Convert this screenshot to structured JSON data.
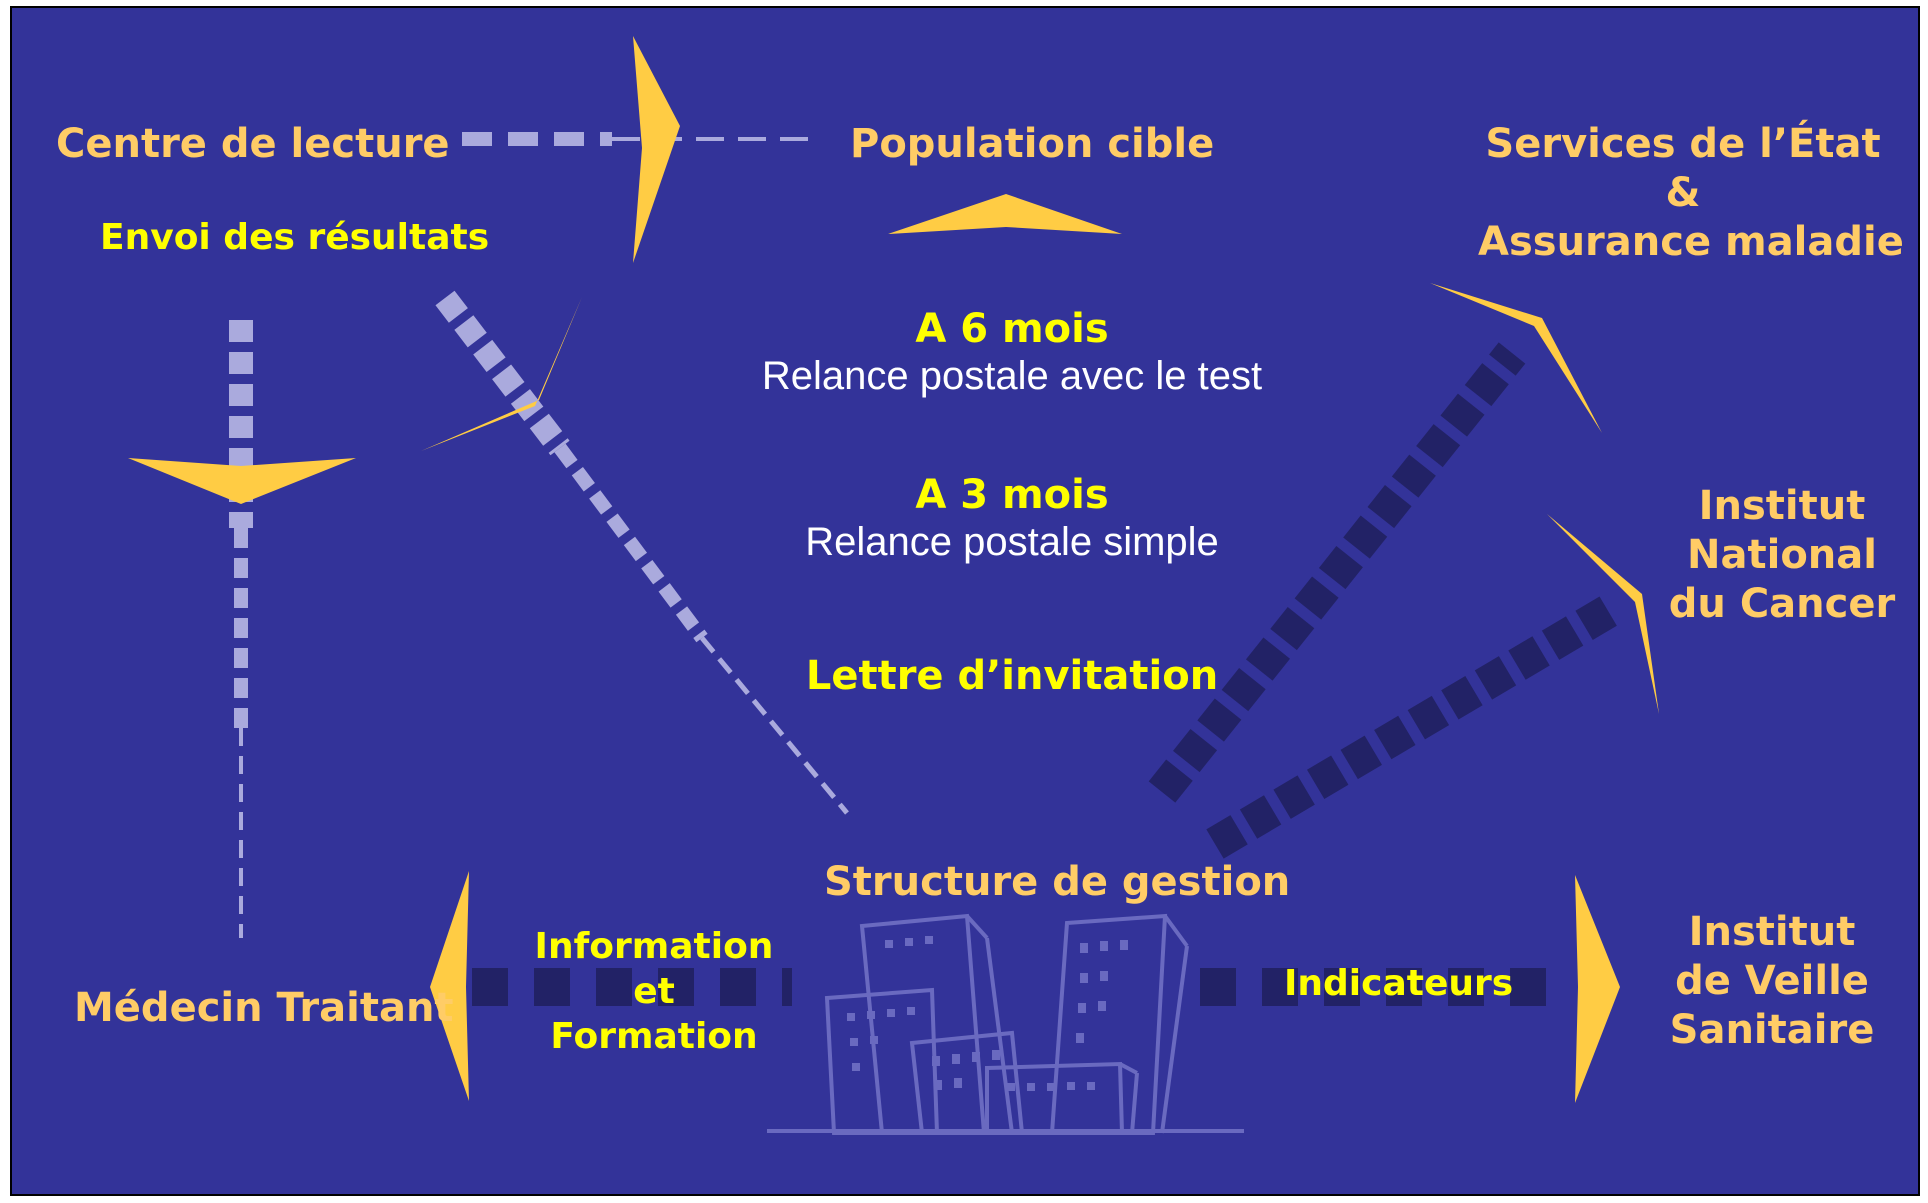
{
  "nodes": {
    "centre_lecture": "Centre de lecture",
    "population_cible": "Population cible",
    "services_etat": [
      "Services de l’État",
      "&",
      "Assurance maladie"
    ],
    "inca": [
      "Institut",
      "National",
      "du Cancer"
    ],
    "invs": [
      "Institut",
      "de Veille",
      "Sanitaire"
    ],
    "structure_gestion": "Structure de gestion",
    "medecin_traitant": "Médecin Traitant"
  },
  "flows": {
    "envoi_resultats": "Envoi des résultats",
    "information_formation": [
      "Information",
      "et",
      "Formation"
    ],
    "indicateurs": "Indicateurs"
  },
  "steps": {
    "six_months_title": "A 6 mois",
    "six_months_text": "Relance postale avec le test",
    "three_months_title": "A 3 mois",
    "three_months_text": "Relance postale simple",
    "invitation": "Lettre d’invitation"
  },
  "colors": {
    "background": "#333399",
    "arrow": "#FFCC44",
    "label_orange": "#FFCC66",
    "label_yellow": "#FFFF00",
    "text_white": "#FFFFFF",
    "dash_light": "#AAAADD",
    "dash_dark": "#222266",
    "building": "#6A6AC0"
  }
}
